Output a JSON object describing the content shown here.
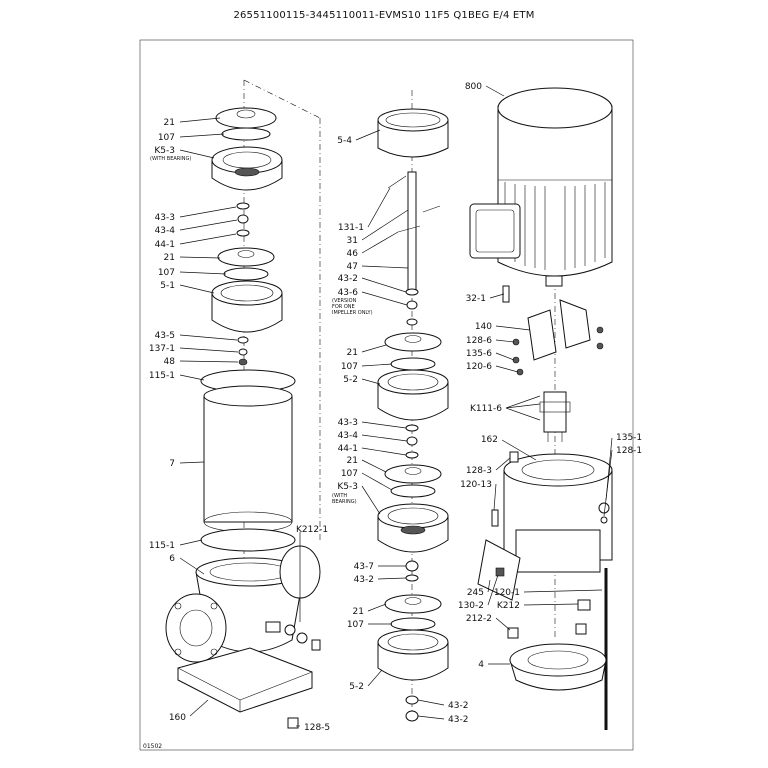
{
  "title": "26551100115-3445110011-EVMS10 11F5 Q1BEG E/4 ETM",
  "drawing_code": "01502",
  "labels": {
    "l_21a": "21",
    "l_107a": "107",
    "l_k53a": "K5-3",
    "l_k53a_note": "(WITH BEARING)",
    "l_433a": "43-3",
    "l_434a": "43-4",
    "l_441a": "44-1",
    "l_21b": "21",
    "l_107b": "107",
    "l_51": "5-1",
    "l_435": "43-5",
    "l_1371": "137-1",
    "l_48": "48",
    "l_1151a": "115-1",
    "l_7": "7",
    "l_1151b": "115-1",
    "l_6": "6",
    "l_k2121": "K212-1",
    "l_160": "160",
    "l_1285": "128-5",
    "l_54": "5-4",
    "l_1311": "131-1",
    "l_31": "31",
    "l_46": "46",
    "l_47": "47",
    "l_432a": "43-2",
    "l_436": "43-6",
    "l_436_n1": "(VERSION",
    "l_436_n2": "FOR ONE",
    "l_436_n3": "IMPELLER ONLY)",
    "l_21c": "21",
    "l_107c": "107",
    "l_52a": "5-2",
    "l_433b": "43-3",
    "l_434b": "43-4",
    "l_441b": "44-1",
    "l_21d": "21",
    "l_107d": "107",
    "l_k53b": "K5-3",
    "l_k53b_n1": "(WITH",
    "l_k53b_n2": "BEARING)",
    "l_437": "43-7",
    "l_432b": "43-2",
    "l_21e": "21",
    "l_107e": "107",
    "l_52b": "5-2",
    "l_432c": "43-2",
    "l_432d": "43-2",
    "l_800": "800",
    "l_321": "32-1",
    "l_140": "140",
    "l_1286": "128-6",
    "l_1356a": "135-6",
    "l_1206": "120-6",
    "l_k1116": "K111-6",
    "l_162": "162",
    "l_1351": "135-1",
    "l_1281": "128-1",
    "l_1283": "128-3",
    "l_12013": "120-13",
    "l_245": "245",
    "l_1302": "130-2",
    "l_1201": "120-1",
    "l_k212": "K212",
    "l_2122": "212-2",
    "l_4": "4"
  }
}
